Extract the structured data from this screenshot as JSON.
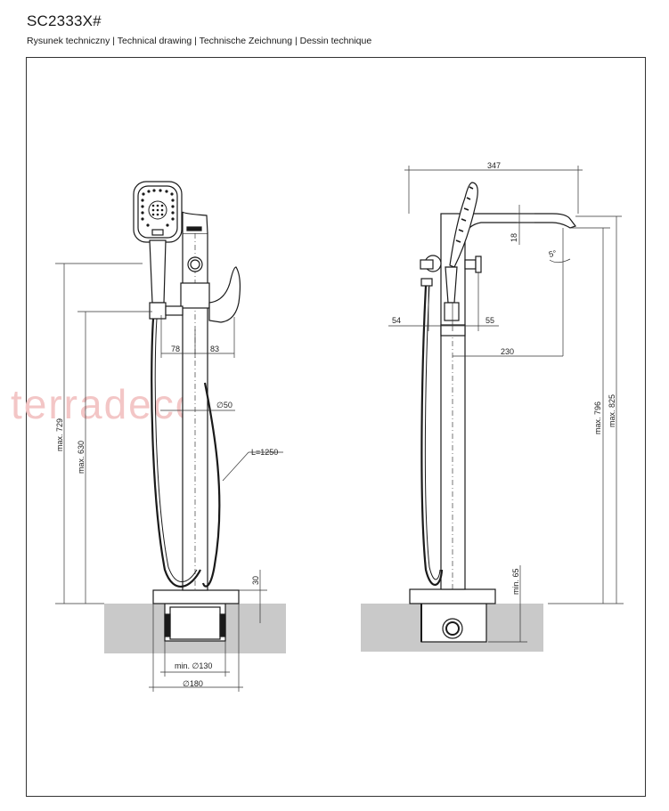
{
  "header": {
    "model": "SC2333X#",
    "subtitle": "Rysunek techniczny | Technical drawing | Technische Zeichnung | Dessin technique"
  },
  "watermark": "terradeco",
  "front_view": {
    "dims": {
      "d78": "78",
      "d83": "83",
      "diameter50": "∅50",
      "hose": "L=1250",
      "max729": "max. 729",
      "max630": "max. 630",
      "d30": "30",
      "min130": "min. ∅130",
      "d180": "∅180"
    }
  },
  "side_view": {
    "dims": {
      "d347": "347",
      "d18": "18",
      "angle": "5°",
      "d54": "54",
      "d55": "55",
      "d230": "230",
      "max796": "max. 796",
      "max825": "max. 825",
      "min65": "min. 65"
    }
  },
  "colors": {
    "line": "#1a1a1a",
    "floor": "#c9c9c9",
    "watermark": "#f3c6c6"
  }
}
